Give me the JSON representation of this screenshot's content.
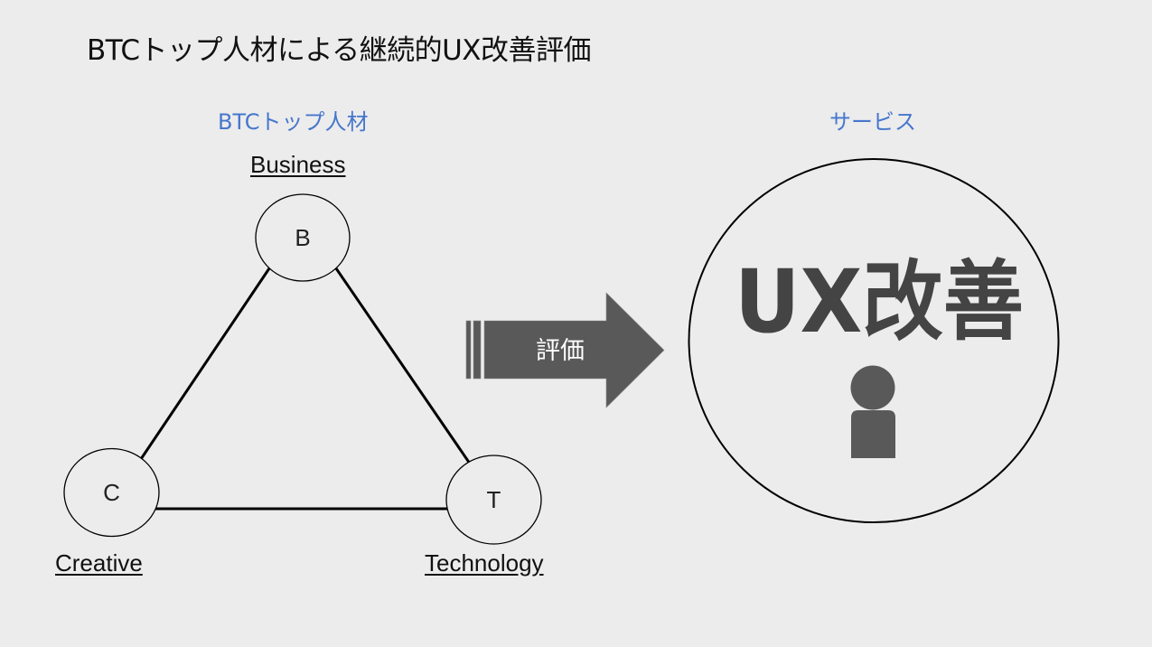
{
  "title": "BTCトップ人材による継続的UX改善評価",
  "left_section": {
    "heading": "BTCトップ人材",
    "nodes": [
      {
        "id": "B",
        "letter": "B",
        "caption": "Business"
      },
      {
        "id": "C",
        "letter": "C",
        "caption": "Creative"
      },
      {
        "id": "T",
        "letter": "T",
        "caption": "Technology"
      }
    ],
    "edges": [
      [
        "B",
        "C"
      ],
      [
        "B",
        "T"
      ],
      [
        "C",
        "T"
      ]
    ]
  },
  "arrow": {
    "label": "評価",
    "icon": "striped-right-arrow-icon"
  },
  "right_section": {
    "heading": "サービス",
    "circle_text": "UX改善",
    "icon": "person-icon"
  },
  "colors": {
    "background": "#ececec",
    "heading_blue": "#4677cd",
    "arrow_fill": "#595959",
    "big_text": "#444444",
    "person_fill": "#595959",
    "line": "#000000"
  }
}
